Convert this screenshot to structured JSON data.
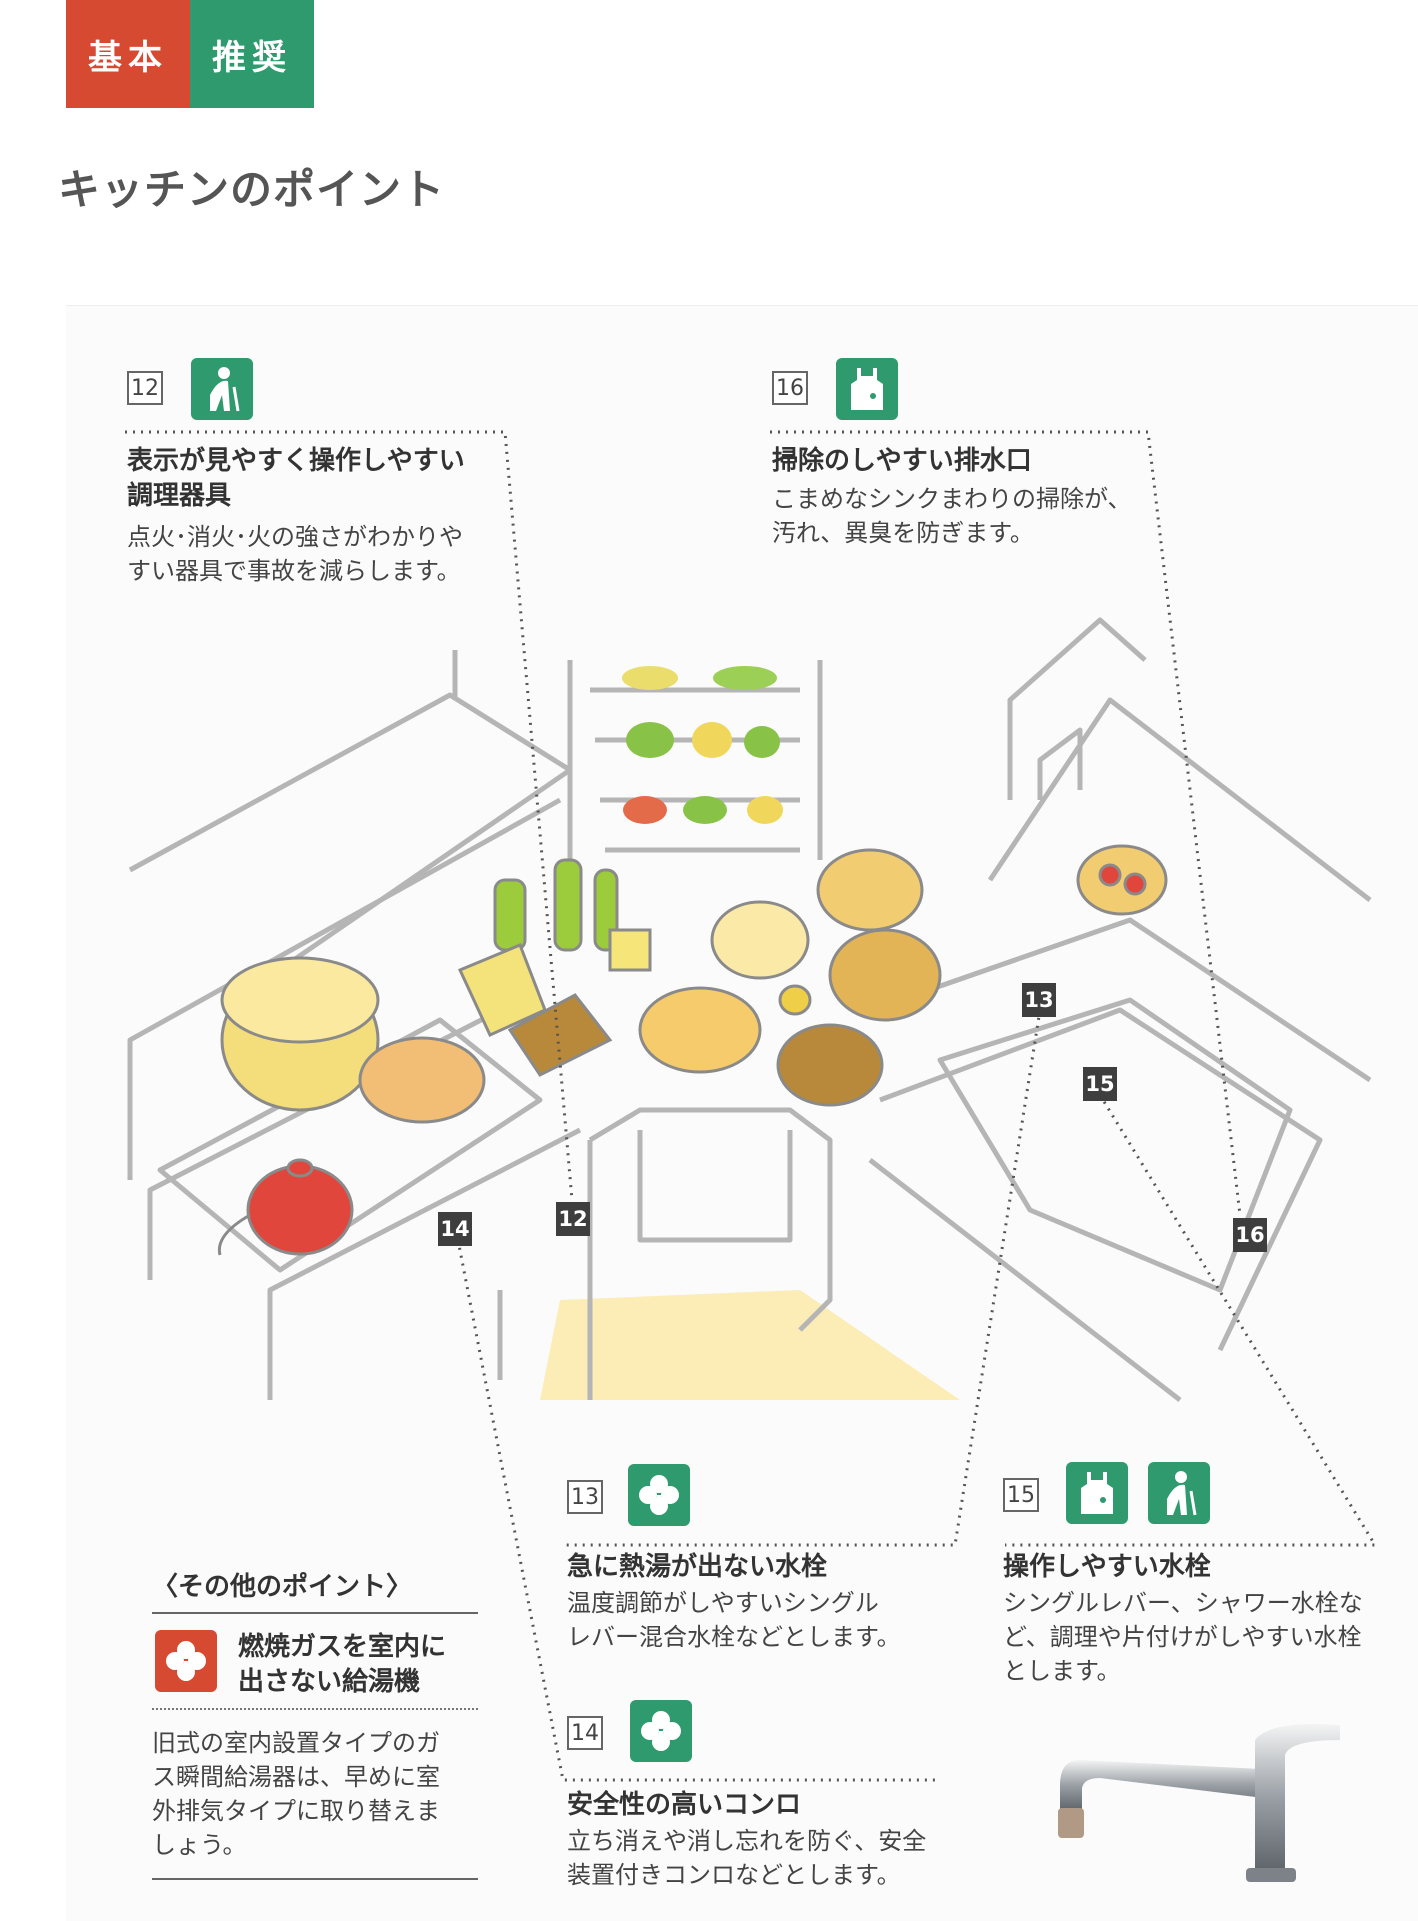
{
  "header": {
    "badges": [
      {
        "label": "基本",
        "color": "#d64a32"
      },
      {
        "label": "推奨",
        "color": "#2e9a6e"
      }
    ],
    "title": "キッチンのポイント"
  },
  "points": [
    {
      "num": "12",
      "icons": [
        "elderly-person-icon"
      ],
      "heading_lines": [
        "表示が見やすく操作しやすい",
        "調理器具"
      ],
      "body_lines": [
        "点火･消火･火の強さがわかりや",
        "すい器具で事故を減らします。"
      ]
    },
    {
      "num": "16",
      "icons": [
        "apron-icon"
      ],
      "heading_lines": [
        "掃除のしやすい排水口"
      ],
      "body_lines": [
        "こまめなシンクまわりの掃除が、",
        "汚れ、異臭を防ぎます。"
      ]
    },
    {
      "num": "13",
      "icons": [
        "clover-icon"
      ],
      "heading_lines": [
        "急に熱湯が出ない水栓"
      ],
      "body_lines": [
        "温度調節がしやすいシングル",
        "レバー混合水栓などとします。"
      ]
    },
    {
      "num": "14",
      "icons": [
        "clover-icon"
      ],
      "heading_lines": [
        "安全性の高いコンロ"
      ],
      "body_lines": [
        "立ち消えや消し忘れを防ぐ、安全",
        "装置付きコンロなどとします。"
      ]
    },
    {
      "num": "15",
      "icons": [
        "apron-icon",
        "elderly-person-icon"
      ],
      "heading_lines": [
        "操作しやすい水栓"
      ],
      "body_lines": [
        "シングルレバー、シャワー水栓な",
        "ど、調理や片付けがしやすい水栓",
        "とします。"
      ]
    }
  ],
  "illustration_markers": [
    "13",
    "15",
    "14",
    "12",
    "16"
  ],
  "other_points": {
    "title": "〈その他のポイント〉",
    "icon": "clover-icon",
    "heading_lines": [
      "燃焼ガスを室内に",
      "出さない給湯機"
    ],
    "body_lines": [
      "旧式の室内設置タイプのガ",
      "ス瞬間給湯器は、早めに室",
      "外排気タイプに取り替えま",
      "しょう。"
    ]
  }
}
